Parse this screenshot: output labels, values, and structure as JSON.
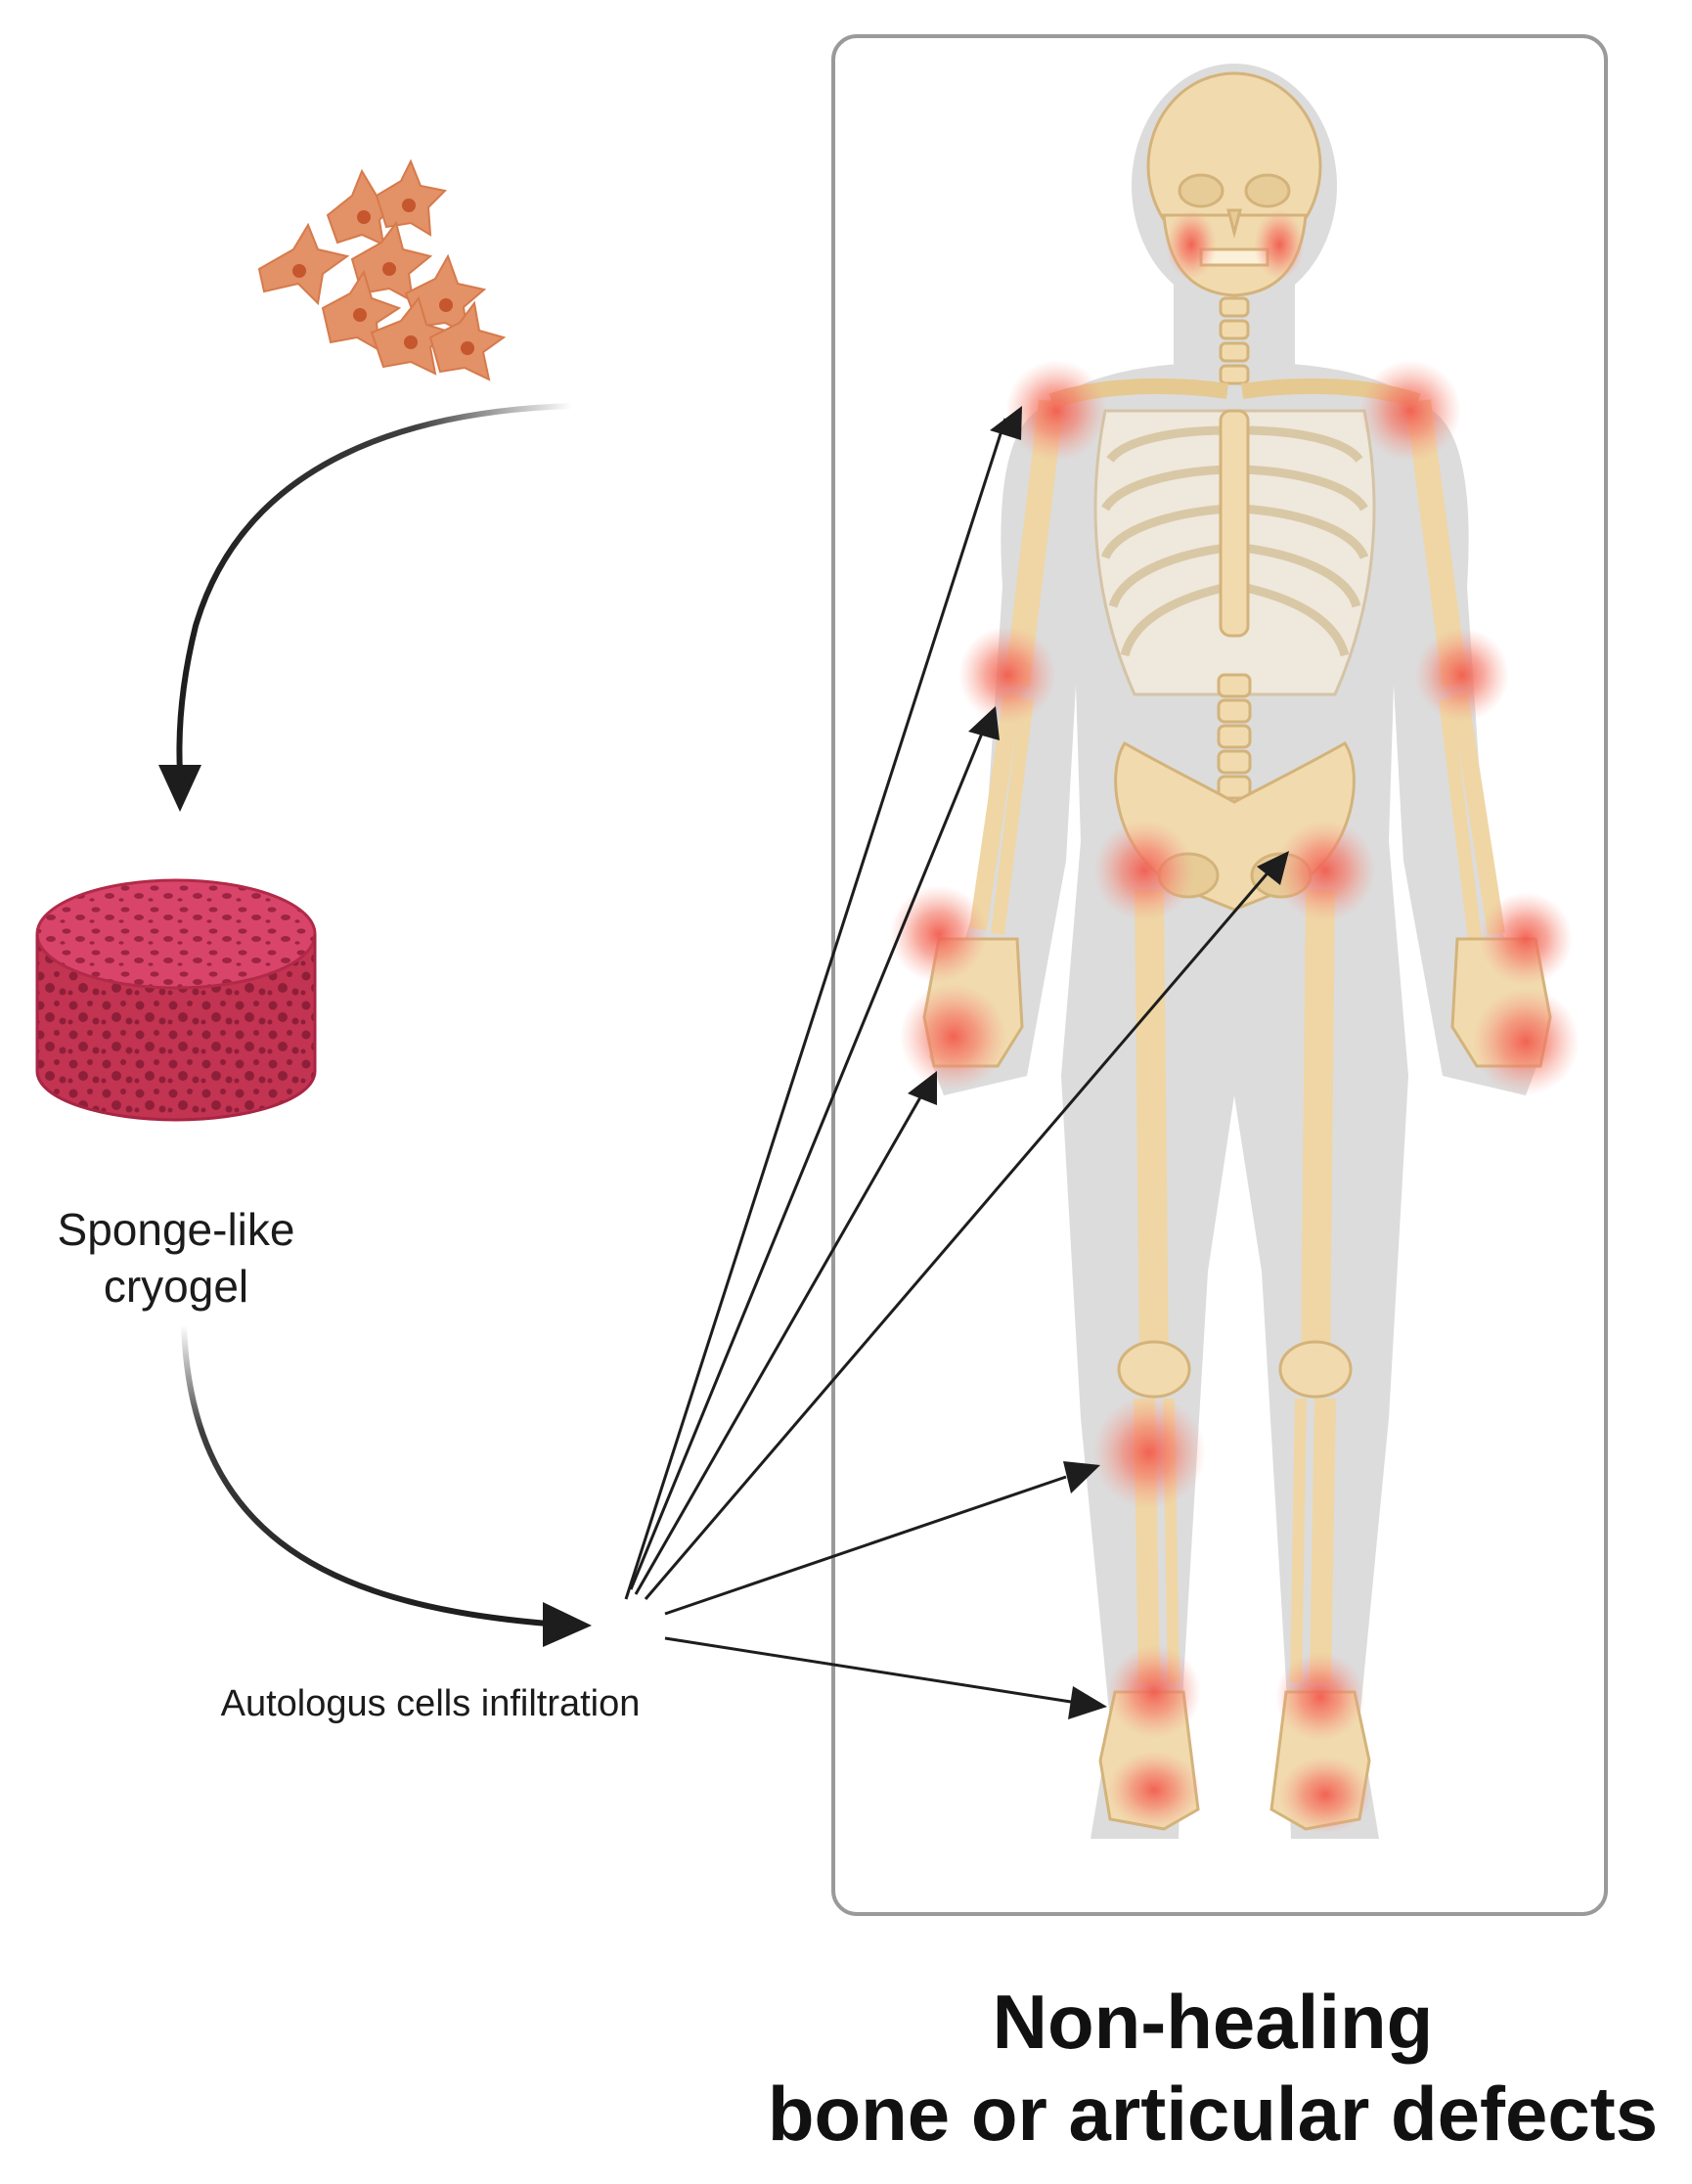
{
  "labels": {
    "cryogel_line1": "Sponge-like",
    "cryogel_line2": "cryogel",
    "infiltration": "Autologus cells infiltration",
    "title_line1": "Non-healing",
    "title_line2": "bone or articular defects"
  },
  "icons": {
    "cells": "cells-cluster-icon",
    "cryogel": "sponge-cryogel-icon",
    "skeleton": "human-skeleton-figure"
  },
  "colors": {
    "cell": "#e28a5f",
    "cell_nucleus": "#c8552d",
    "cryogel": "#c23450",
    "bone": "#f0d9a8",
    "bone_outline": "#d8b980",
    "body_silhouette": "#dcdcdc",
    "inflammation": "#f06a5a",
    "arrow": "#1d1d1d",
    "panel_border": "#9a9a9a"
  },
  "defect_sites": [
    "jaw-left",
    "jaw-right",
    "shoulder-left",
    "shoulder-right",
    "elbow-left",
    "elbow-right",
    "wrist-left",
    "wrist-right",
    "hand-left",
    "hand-right",
    "hip-left",
    "hip-right",
    "knee-right",
    "ankle-right",
    "ankle-left",
    "foot-right",
    "foot-left"
  ]
}
